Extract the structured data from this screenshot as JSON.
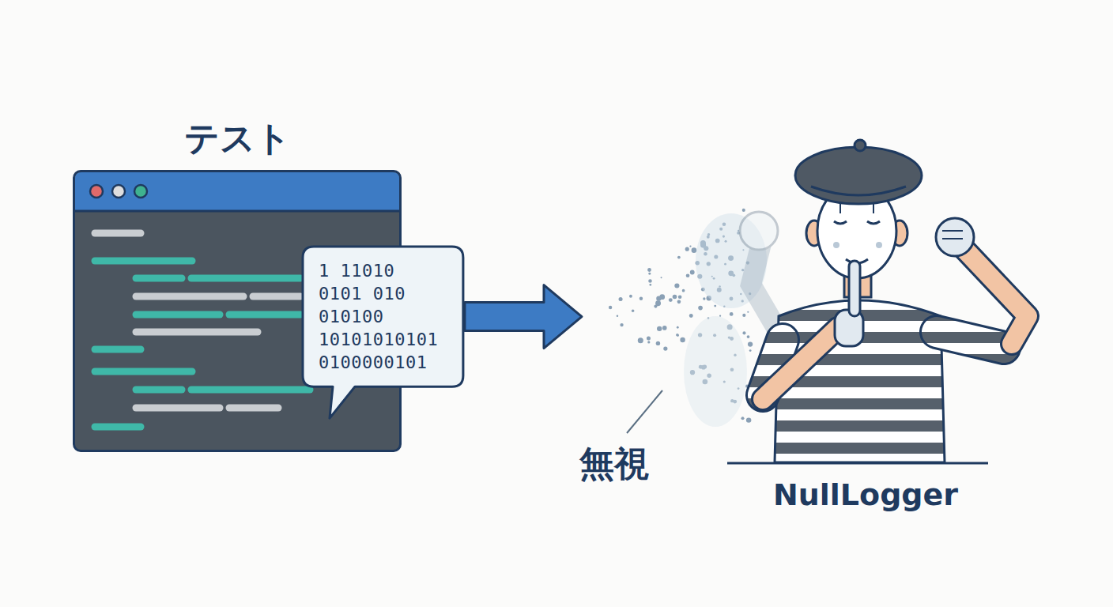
{
  "diagram": {
    "nodes": [
      {
        "text": [
          "テスト"
        ]
      },
      {
        "text": [
          "1 11010 0101 010 010100 10101010101 0100000101"
        ]
      },
      {
        "text": [
          "NullLogger"
        ]
      }
    ],
    "edges": [
      {
        "from": 1,
        "to": 2,
        "arrow": "to"
      }
    ],
    "labels": [
      "無視"
    ]
  }
}
